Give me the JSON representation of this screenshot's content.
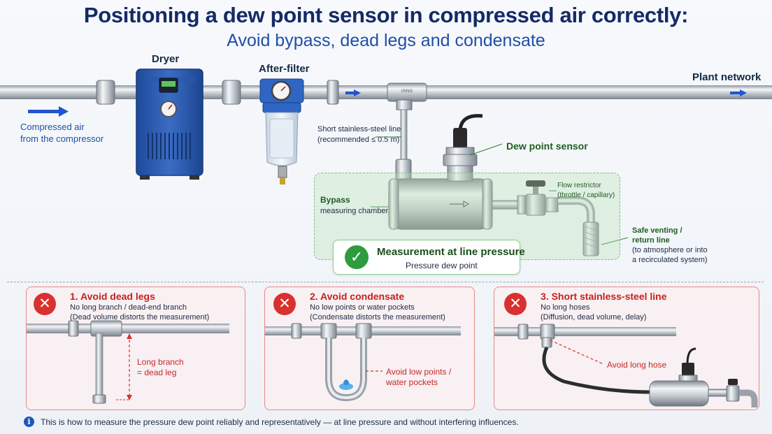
{
  "header": {
    "title": "Positioning a dew point sensor in compressed air correctly:",
    "subtitle": "Avoid bypass, dead legs and condensate"
  },
  "labels": {
    "dryer": "Dryer",
    "after_filter": "After-filter",
    "plant_network": "Plant network",
    "compressed_air_line1": "Compressed air",
    "compressed_air_line2": "from the compressor",
    "short_line_1": "Short stainless-steel line",
    "short_line_2": "(recommended ≤ 0.5 m)",
    "dew_point_sensor": "Dew point sensor",
    "bypass_1": "Bypass",
    "bypass_2": "measuring chamber",
    "flow_restrictor_1": "Flow restrictor",
    "flow_restrictor_2": "(throttle / capillary)",
    "safe_venting_1": "Safe venting /",
    "safe_venting_2": "return line",
    "safe_venting_3": "(to atmosphere or into",
    "safe_venting_4": "a recirculated system)",
    "valve_mark": "ISING"
  },
  "measurement": {
    "title": "Measurement at line pressure",
    "subtitle": "Pressure dew point"
  },
  "cards": [
    {
      "title": "1.  Avoid dead legs",
      "line1": "No long branch / dead-end branch",
      "line2": "(Dead volume distorts the measurement)",
      "callout1": "Long branch",
      "callout2": "= dead leg"
    },
    {
      "title": "2.  Avoid condensate",
      "line1": "No low points or water pockets",
      "line2": "(Condensate distorts the measurement)",
      "callout1": "Avoid low points /",
      "callout2": "water pockets"
    },
    {
      "title": "3.  Short stainless-steel line",
      "line1": "No long hoses",
      "line2": "(Diffusion, dead volume, delay)",
      "callout1": "Avoid long hose"
    }
  ],
  "footer": {
    "icon": "info-icon",
    "text": "This is how to measure the pressure dew point reliably and representatively — at line pressure and without interfering influences."
  },
  "colors": {
    "title": "#142a66",
    "subtitle": "#1f4fa8",
    "dryer_body": "#2f5fb3",
    "arrow": "#1f55d0",
    "green_accent": "#2e9b3e",
    "red_accent": "#d93030"
  }
}
